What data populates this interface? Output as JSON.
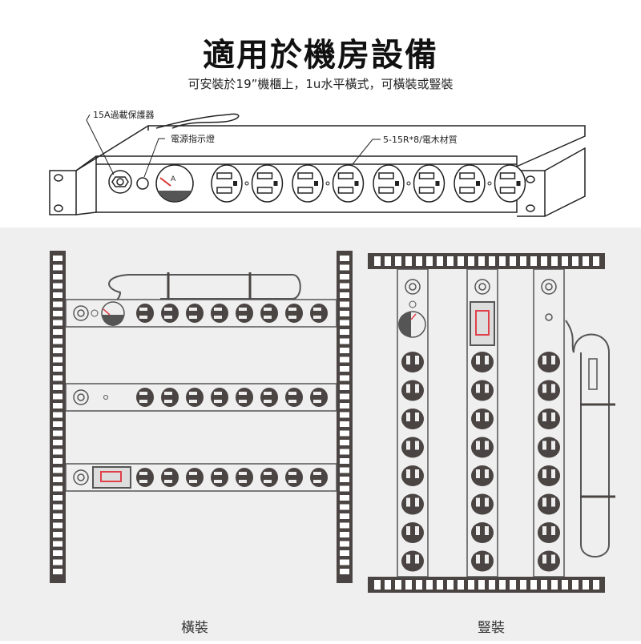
{
  "header": {
    "title": "適用於機房設備",
    "subtitle": "可安裝於19”機櫃上，1u水平橫式，可橫裝或豎裝"
  },
  "product_callouts": {
    "breaker": "15A過載保護器",
    "power_light": "電源指示燈",
    "outlets": "5-15R*8/電木材質"
  },
  "mounting": {
    "horizontal_caption": "橫裝",
    "vertical_caption": "豎裝"
  },
  "product": {
    "outlet_count": 8,
    "accent_color": "#e0404a",
    "frame_color": "#4a4442"
  }
}
